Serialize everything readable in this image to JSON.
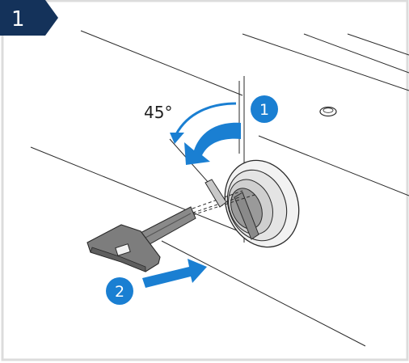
{
  "step": {
    "number": "1"
  },
  "rotation": {
    "angle_label": "45°",
    "badge": "1"
  },
  "insert": {
    "badge": "2"
  },
  "colors": {
    "accent": "#1a7fd2",
    "header": "#14325a",
    "frame": "#dcdcdc",
    "line": "#2a2a2a",
    "key_fill": "#7d7d7d"
  },
  "icons": [
    "rotate-arrow-icon",
    "insert-arrow-icon",
    "key-icon",
    "lock-cylinder-icon"
  ]
}
